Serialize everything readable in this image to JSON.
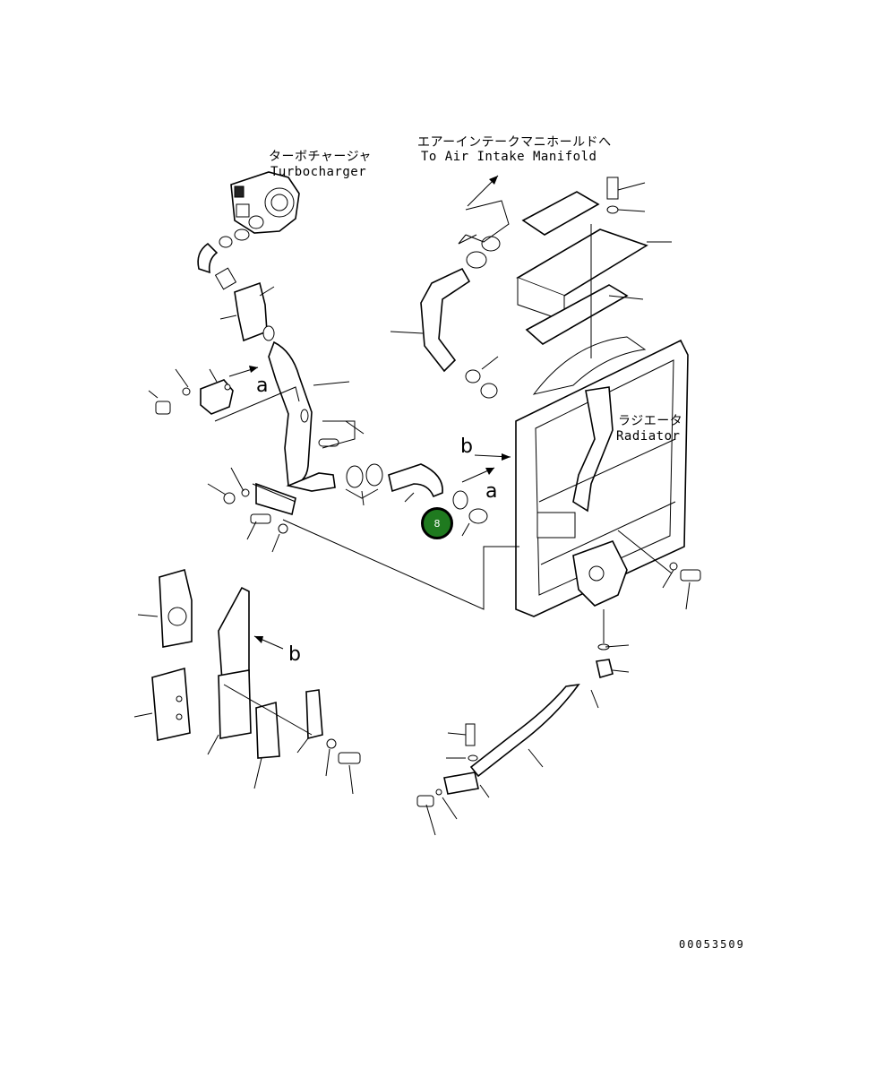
{
  "labels": {
    "turbocharger_jp": "ターボチャージャ",
    "turbocharger_en": "Turbocharger",
    "manifold_jp": "エアーインテークマニホールドへ",
    "manifold_en": "To Air Intake Manifold",
    "radiator_jp": "ラジエータ",
    "radiator_en": "Radiator"
  },
  "reference_letters": {
    "a_left": "a",
    "a_right": "a",
    "b_top": "b",
    "b_bottom": "b"
  },
  "callout_marker": {
    "label": "8",
    "color": "#1f7a1f"
  },
  "drawing_number": "00053509"
}
